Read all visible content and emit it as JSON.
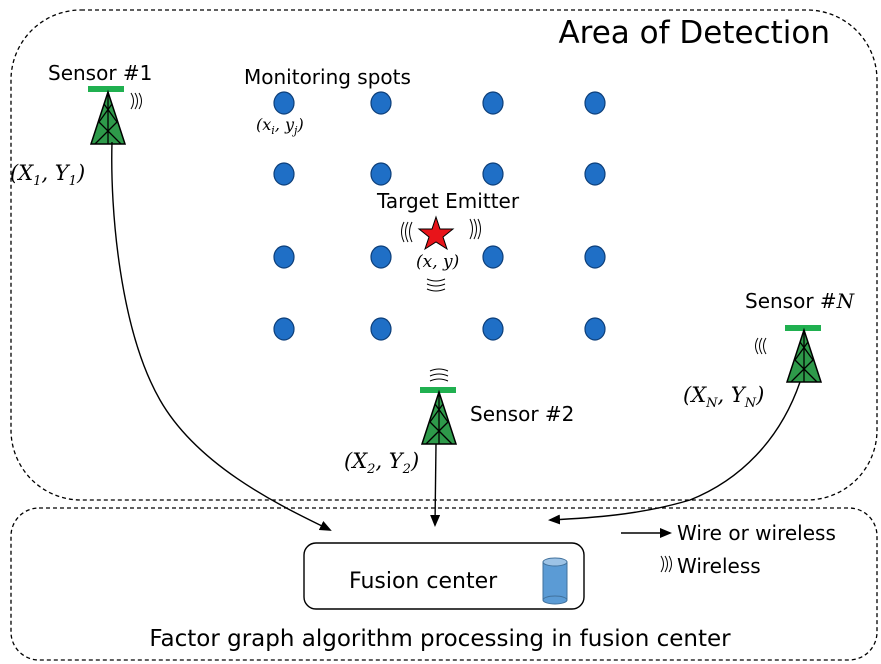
{
  "area": {
    "title": "Area of Detection"
  },
  "monitoring": {
    "label": "Monitoring spots",
    "coord": "(x_i, y_j)"
  },
  "target": {
    "label": "Target Emitter",
    "coord": "(x, y)"
  },
  "sensors": [
    {
      "label": "Sensor #1",
      "coord": "(X_1, Y_1)"
    },
    {
      "label": "Sensor #2",
      "coord": "(X_2, Y_2)"
    },
    {
      "label": "Sensor #N",
      "coord": "(X_N, Y_N)"
    }
  ],
  "fusion": {
    "label": "Fusion center"
  },
  "legend": {
    "wire_label": "Wire or wireless",
    "wireless_label": "Wireless"
  },
  "footer": {
    "caption": "Factor graph algorithm processing in fusion center"
  },
  "colors": {
    "spot": "#1f6fc6",
    "tower": "#2e9a4a",
    "star": "#e8141a",
    "cylinder": "#5b9bd5",
    "antenna_bar": "#20b050"
  },
  "spot_grid": {
    "rows": 4,
    "cols": 4
  }
}
